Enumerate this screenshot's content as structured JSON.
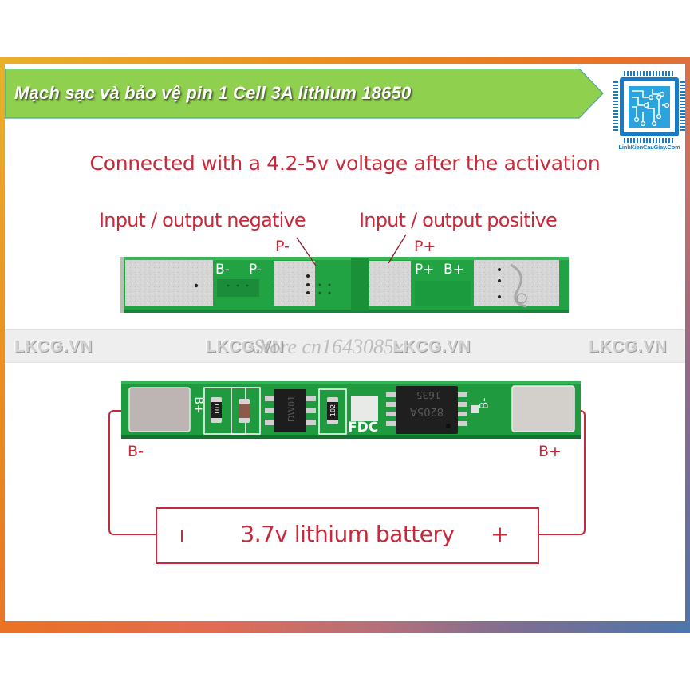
{
  "banner": {
    "title": "Mạch sạc và bảo vệ pin 1 Cell 3A lithium 18650",
    "color": "#8fd04f"
  },
  "logo": {
    "icon": "circuit-chip-icon",
    "caption": "LinhKienCauGiay.Com",
    "color": "#1a7bc5"
  },
  "top_section": {
    "heading": "Connected with a 4.2-5v voltage after the activation",
    "label_negative": "Input / output negative",
    "label_positive": "Input / output positive",
    "pin_negative": "P-",
    "pin_positive": "P+",
    "silk_b_minus": "B-",
    "silk_p_minus": "P-",
    "silk_p_plus": "P+",
    "silk_b_plus": "B+"
  },
  "watermark": {
    "items": [
      "LKCG.VN",
      "LKCG.VN",
      "LKCG.VN",
      "LKCG.VN"
    ],
    "store": "Store cn1643085x"
  },
  "bottom_section": {
    "silk_b_plus_left": "B+",
    "silk_b_minus_right": "B-",
    "resistor_1": "101",
    "resistor_2": "102",
    "ic_small": "DW01",
    "ic_large_line1": "1635",
    "ic_large_line2": "8205A",
    "silk_fdc": "FDC",
    "terminal_left": "B-",
    "terminal_right": "B+",
    "battery_label": "3.7v lithium battery",
    "battery_plus": "+"
  },
  "colors": {
    "accent_red": "#c8283a",
    "pcb_green": "#1f9a3e",
    "pad_silver": "#d8d8d8"
  }
}
